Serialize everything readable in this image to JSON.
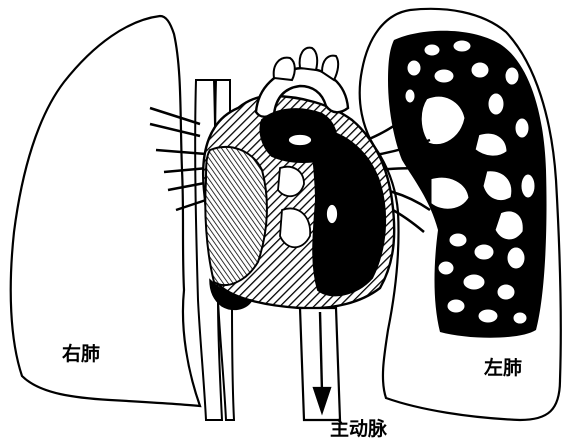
{
  "labels": {
    "right_lung": "右肺",
    "left_lung": "左肺",
    "aorta": "主动脉"
  },
  "colors": {
    "ink": "#000000",
    "paper": "#ffffff"
  }
}
